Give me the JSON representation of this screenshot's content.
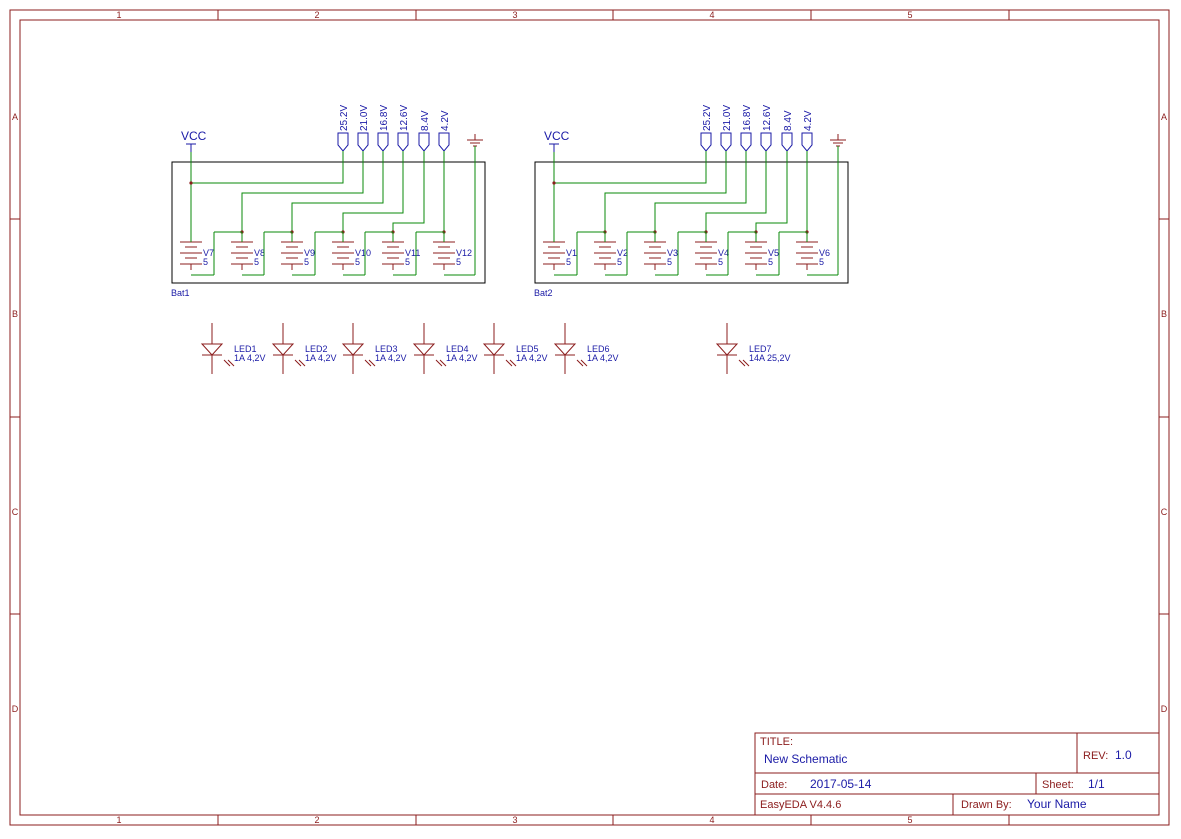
{
  "grid": {
    "columns": [
      "1",
      "2",
      "3",
      "4",
      "5"
    ],
    "rows": [
      "A",
      "B",
      "C",
      "D"
    ]
  },
  "title_block": {
    "title_label": "TITLE:",
    "title_value": "New Schematic",
    "rev_label": "REV:",
    "rev_value": "1.0",
    "date_label": "Date:",
    "date_value": "2017-05-14",
    "sheet_label": "Sheet:",
    "sheet_value": "1/1",
    "tool": "EasyEDA V4.4.6",
    "drawn_label": "Drawn By:",
    "drawn_value": "Your Name"
  },
  "schematic": {
    "bat1": {
      "label": "Bat1",
      "vcc": "VCC",
      "ports": [
        "25.2V",
        "21.0V",
        "16.8V",
        "12.6V",
        "8.4V",
        "4.2V"
      ],
      "cells": [
        {
          "name": "V7",
          "value": "5"
        },
        {
          "name": "V8",
          "value": "5"
        },
        {
          "name": "V9",
          "value": "5"
        },
        {
          "name": "V10",
          "value": "5"
        },
        {
          "name": "V11",
          "value": "5"
        },
        {
          "name": "V12",
          "value": "5"
        }
      ]
    },
    "bat2": {
      "label": "Bat2",
      "vcc": "VCC",
      "ports": [
        "25.2V",
        "21.0V",
        "16.8V",
        "12.6V",
        "8.4V",
        "4.2V"
      ],
      "cells": [
        {
          "name": "V1",
          "value": "5"
        },
        {
          "name": "V2",
          "value": "5"
        },
        {
          "name": "V3",
          "value": "5"
        },
        {
          "name": "V4",
          "value": "5"
        },
        {
          "name": "V5",
          "value": "5"
        },
        {
          "name": "V6",
          "value": "5"
        }
      ]
    },
    "leds": [
      {
        "name": "LED1",
        "value": "1A 4,2V"
      },
      {
        "name": "LED2",
        "value": "1A 4,2V"
      },
      {
        "name": "LED3",
        "value": "1A 4,2V"
      },
      {
        "name": "LED4",
        "value": "1A 4,2V"
      },
      {
        "name": "LED5",
        "value": "1A 4,2V"
      },
      {
        "name": "LED6",
        "value": "1A 4,2V"
      },
      {
        "name": "LED7",
        "value": "14A 25,2V"
      }
    ]
  }
}
